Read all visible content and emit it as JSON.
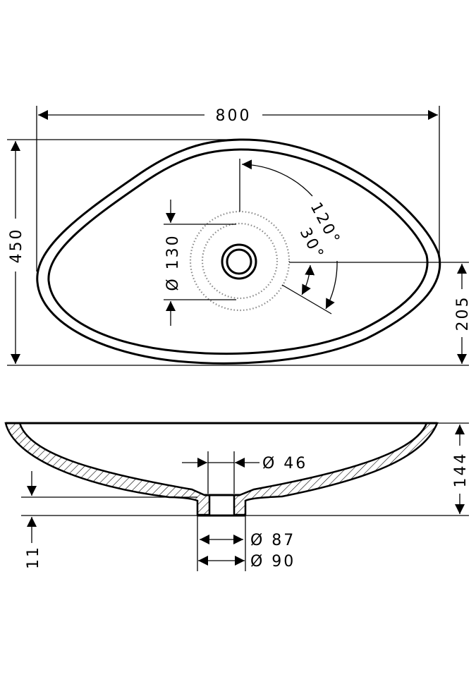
{
  "title": "Washbasin technical drawing",
  "top_view": {
    "width_label": "800",
    "depth_label": "450",
    "drain_offset_label": "205",
    "tap_circle_label": "Ø 130",
    "angle_outer_label": "120°",
    "angle_inner_label": "30°"
  },
  "side_view": {
    "height_label": "144",
    "foot_height_label": "11",
    "drain_inner_label": "Ø 46",
    "foot_inner_label": "Ø 87",
    "foot_outer_label": "Ø 90"
  }
}
